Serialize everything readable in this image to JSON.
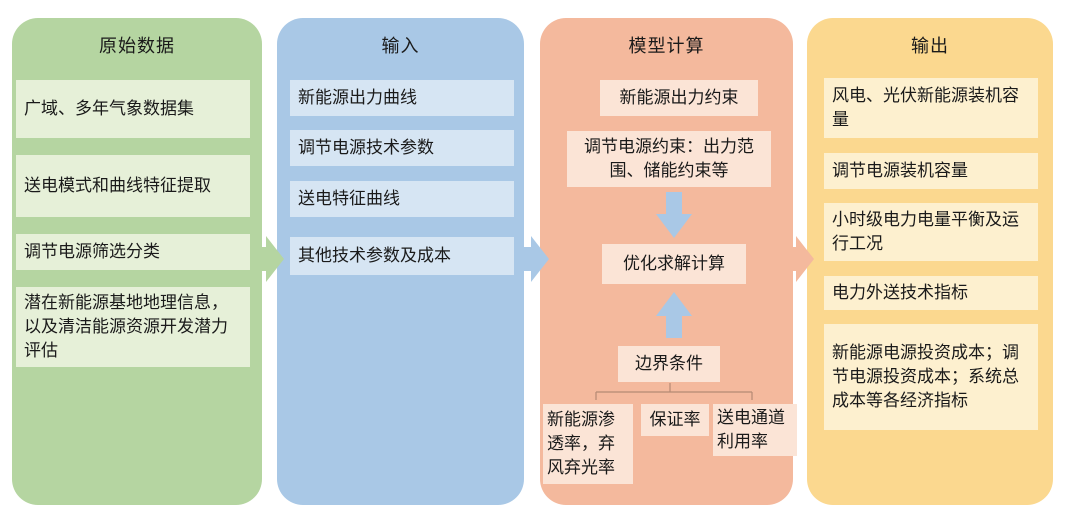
{
  "columns": {
    "raw": {
      "title": "原始数据",
      "items": [
        "广域、多年气象数据集",
        "送电模式和曲线特征提取",
        "调节电源筛选分类",
        "潜在新能源基地地理信息，以及清洁能源资源开发潜力评估"
      ]
    },
    "input": {
      "title": "输入",
      "items": [
        "新能源出力曲线",
        "调节电源技术参数",
        "送电特征曲线",
        "其他技术参数及成本"
      ]
    },
    "model": {
      "title": "模型计算",
      "constraint_1": "新能源出力约束",
      "constraint_2": "调节电源约束：出力范围、储能约束等",
      "optimize": "优化求解计算",
      "boundary": "边界条件",
      "boundary_items": [
        "新能源渗透率，弃风弃光率",
        "保证率",
        "送电通道利用率"
      ]
    },
    "output": {
      "title": "输出",
      "items": [
        "风电、光伏新能源装机容量",
        "调节电源装机容量",
        "小时级电力电量平衡及运行工况",
        "电力外送技术指标",
        "新能源电源投资成本；调节电源投资成本；系统总成本等各经济指标"
      ]
    }
  },
  "colors": {
    "raw_bg": "#b5d5a1",
    "input_bg": "#a9c8e6",
    "model_bg": "#f4b99d",
    "output_bg": "#fbd88f"
  }
}
